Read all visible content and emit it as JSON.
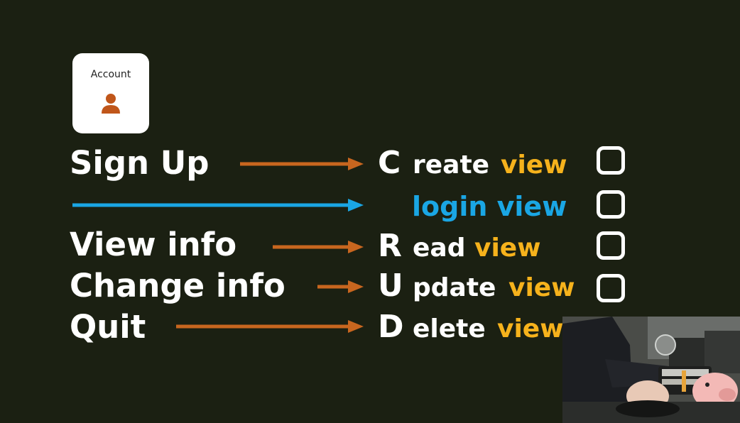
{
  "account_card": {
    "label": "Account",
    "icon": "person-icon"
  },
  "rows": [
    {
      "left": "Sign Up",
      "letter": "C",
      "rest": "reate",
      "view": "view",
      "checked": false
    },
    {
      "left": "",
      "login": "login view",
      "checked": false
    },
    {
      "left": "View info",
      "letter": "R",
      "rest": "ead",
      "view": "view",
      "checked": false
    },
    {
      "left": "Change info",
      "letter": "U",
      "rest": "pdate",
      "view": "view",
      "checked": false
    },
    {
      "left": "Quit",
      "letter": "D",
      "rest": "elete",
      "view": "view",
      "checked": false
    }
  ],
  "colors": {
    "background": "#1b2012",
    "arrow_orange": "#c8661f",
    "arrow_blue": "#1aa6e4",
    "view_yellow": "#f6b21c",
    "login_blue": "#1aa6e4",
    "icon_orange": "#c0561a"
  },
  "webcam_overlay": {
    "icon": "webcam-feed-image"
  }
}
